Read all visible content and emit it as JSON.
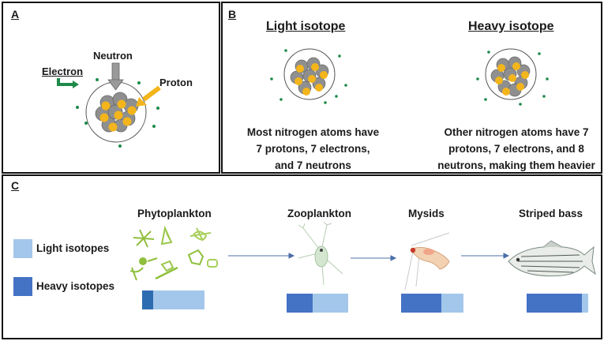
{
  "panelA": {
    "label": "A",
    "electron_label": "Electron",
    "neutron_label": "Neutron",
    "proton_label": "Proton"
  },
  "panelB": {
    "label": "B",
    "light": {
      "heading": "Light isotope",
      "lines": [
        "Most nitrogen atoms have",
        "7 protons, 7 electrons,",
        "and 7 neutrons"
      ]
    },
    "heavy": {
      "heading": "Heavy isotope",
      "lines": [
        "Other nitrogen atoms have  7",
        "protons, 7 electrons, and 8",
        "neutrons, making them heavier"
      ]
    }
  },
  "panelC": {
    "label": "C",
    "legend": {
      "light": "Light isotopes",
      "heavy": "Heavy isotopes"
    },
    "organisms": [
      {
        "name": "Phytoplankton",
        "heavy_fraction": 0.18,
        "icon": "phytoplankton-icon"
      },
      {
        "name": "Zooplankton",
        "heavy_fraction": 0.42,
        "icon": "zooplankton-icon"
      },
      {
        "name": "Mysids",
        "heavy_fraction": 0.65,
        "icon": "mysid-icon"
      },
      {
        "name": "Striped bass",
        "heavy_fraction": 0.9,
        "icon": "striped-bass-icon"
      }
    ]
  },
  "colors": {
    "light_isotope": "#a3c7ea",
    "heavy_isotope": "#4472c4",
    "phyto_heavy": "#2e6cb1",
    "proton": "#f3b51b",
    "neutron": "#8f8f8f",
    "electron": "#1e8a4a",
    "arrow_line": "#4d6fa8"
  }
}
